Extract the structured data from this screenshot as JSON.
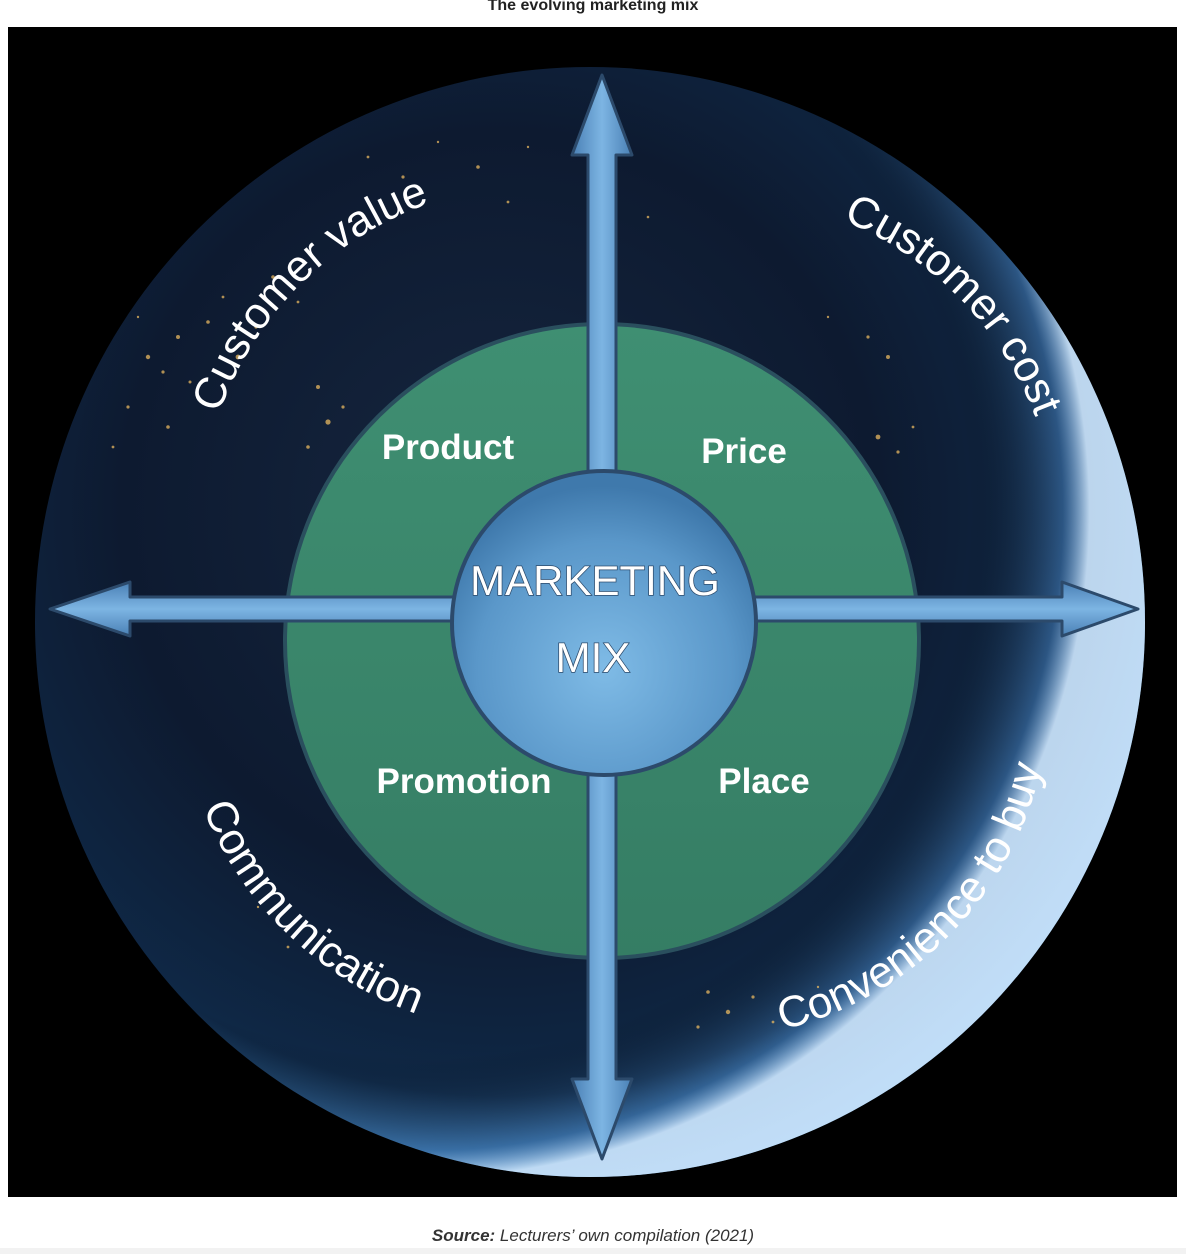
{
  "figure": {
    "title": "The evolving marketing mix",
    "center_line1": "MARKETING",
    "center_line2": "MIX",
    "inner_quadrants": {
      "top_left": "Product",
      "top_right": "Price",
      "bottom_left": "Promotion",
      "bottom_right": "Place"
    },
    "outer_labels": {
      "top_left": "Customer value",
      "top_right": "Customer cost",
      "bottom_left": "Communication",
      "bottom_right": "Convenience to buy"
    }
  },
  "source": {
    "label": "Source:",
    "text": " Lecturers’ own compilation (2021)"
  },
  "colors": {
    "background": "#000000",
    "globe_dark": "#0a1428",
    "globe_rim": "#9fd2ff",
    "quadrant_fill": "#3a8a6e",
    "quadrant_stroke": "#2a4f5e",
    "center_fill": "#5b9bcf",
    "arrow_fill": "#6ba5d8",
    "arrow_stroke": "#2c4a6b"
  }
}
